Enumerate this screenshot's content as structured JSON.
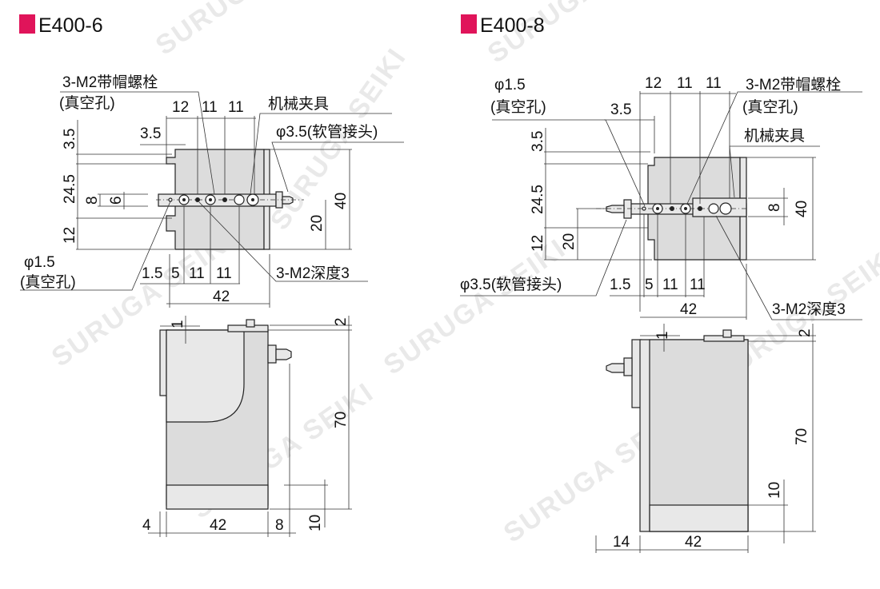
{
  "watermark": "SURUGA SEIKI",
  "accent_color": "#e0145a",
  "e400_6": {
    "title": "E400-6",
    "top_view": {
      "bolt_label": "3-M2带帽螺栓",
      "bolt_sub": "(真空孔)",
      "gripper_label": "机械夹具",
      "fitting_label": "φ3.5(软管接头)",
      "vacuum_hole_label": "φ1.5",
      "vacuum_hole_sub": "(真空孔)",
      "tap_label": "3-M2深度3",
      "top_dims": [
        "12",
        "11",
        "11"
      ],
      "offset_dim": "3.5",
      "left_dims": [
        "3.5",
        "24.5",
        "12"
      ],
      "slot_dims": [
        "8",
        "6"
      ],
      "right_dims": [
        "20",
        "40"
      ],
      "bottom_dims": [
        "1.5",
        "5",
        "11",
        "11"
      ],
      "width_dim": "42"
    },
    "side_view": {
      "top_dims": [
        "1",
        "2"
      ],
      "height_dim": "70",
      "bottom_dims": [
        "4",
        "42",
        "8"
      ],
      "base_dim": "10"
    }
  },
  "e400_8": {
    "title": "E400-8",
    "top_view": {
      "vacuum_hole_label": "φ1.5",
      "vacuum_hole_sub": "(真空孔)",
      "bolt_label": "3-M2带帽螺栓",
      "bolt_sub": "(真空孔)",
      "gripper_label": "机械夹具",
      "fitting_label": "φ3.5(软管接头)",
      "tap_label": "3-M2深度3",
      "top_dims": [
        "12",
        "11",
        "11"
      ],
      "offset_dim": "3.5",
      "left_dims": [
        "3.5",
        "24.5",
        "12"
      ],
      "inner_dim": "20",
      "right_dims": [
        "8",
        "40"
      ],
      "bottom_dims": [
        "1.5",
        "5",
        "11",
        "11"
      ],
      "width_dim": "42"
    },
    "side_view": {
      "top_dims": [
        "1",
        "2"
      ],
      "height_dim": "70",
      "base_dim": "10",
      "bottom_dims": [
        "14",
        "42"
      ]
    }
  }
}
